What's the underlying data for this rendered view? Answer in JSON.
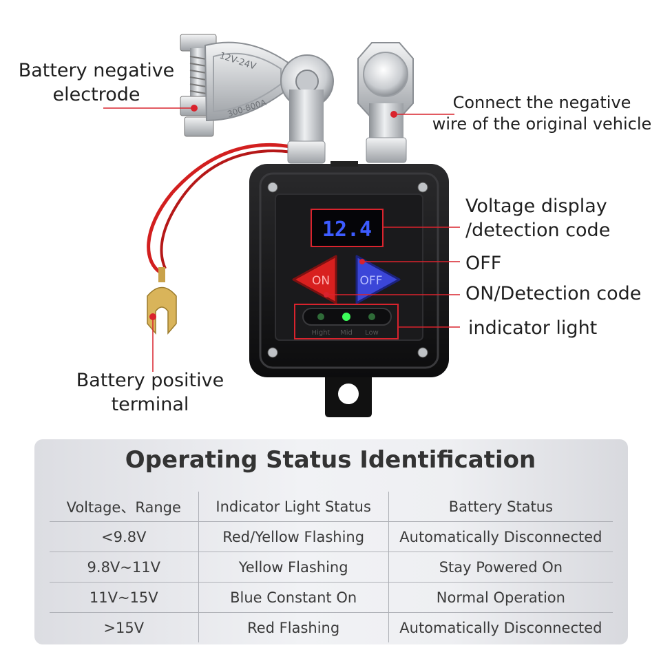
{
  "callouts": {
    "battery_negative": [
      "Battery negative",
      "electrode"
    ],
    "connect_negative": [
      "Connect the negative",
      "wire of the original vehicle"
    ],
    "voltage_display": [
      "Voltage display",
      "/detection code"
    ],
    "off": "OFF",
    "on_detection": "ON/Detection code",
    "indicator": "indicator light",
    "battery_positive": [
      "Battery positive",
      "terminal"
    ]
  },
  "device": {
    "display_reading": "12.4",
    "on_button": "ON",
    "off_button": "OFF",
    "led_labels": [
      "Hight",
      "Mid",
      "Low"
    ],
    "terminal_stamp": "12V-24V",
    "terminal_stamp_2": "300-800A"
  },
  "table": {
    "title": "Operating Status Identification",
    "headers": [
      "Voltage、Range",
      "Indicator Light Status",
      "Battery Status"
    ],
    "rows": [
      [
        "<9.8V",
        "Red/Yellow Flashing",
        "Automatically Disconnected"
      ],
      [
        "9.8V~11V",
        "Yellow Flashing",
        "Stay Powered On"
      ],
      [
        "11V~15V",
        "Blue Constant On",
        "Normal Operation"
      ],
      [
        ">15V",
        "Red Flashing",
        "Automatically Disconnected"
      ]
    ]
  },
  "colors": {
    "callout_line": "#d9232d",
    "display_digits": "#3d5cff",
    "on_button": "#d8201f",
    "off_button": "#3b46d8",
    "led_active": "#3cff5a",
    "wire": "#d21f1f"
  }
}
